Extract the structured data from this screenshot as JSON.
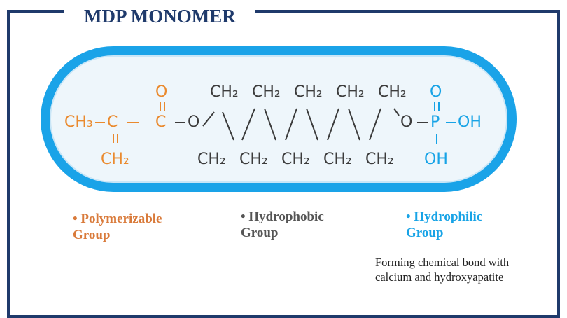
{
  "title": "MDP MONOMER",
  "colors": {
    "frame": "#1f3a6b",
    "pill": "#1aa3e8",
    "polymerizable": "#ea8a2e",
    "hydrophobic": "#3c3c3c",
    "hydrophilic": "#17a3e6"
  },
  "formula": {
    "ch3": "CH₃",
    "c": "C",
    "o": "O",
    "ch2": "CH₂",
    "p": "P",
    "oh": "OH"
  },
  "legend": {
    "polymerizable": "• Polymerizable Group",
    "hydrophobic": "• Hydrophobic Group",
    "hydrophilic": "• Hydrophilic Group",
    "hydrophilic_note": "Forming chemical bond with calcium and hydroxyapatite"
  }
}
